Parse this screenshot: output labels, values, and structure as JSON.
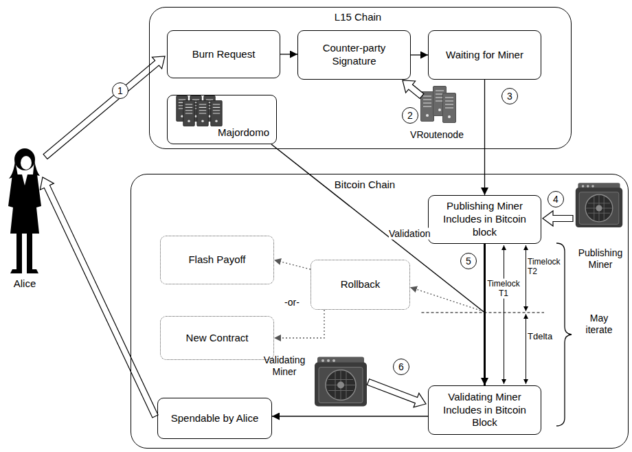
{
  "diagram": {
    "nodes": [
      {
        "text": [
          "L15 Chain"
        ]
      },
      {
        "text": [
          "Burn Request"
        ],
        "in": 0
      },
      {
        "text": [
          "Counter-party Signature"
        ],
        "in": 0
      },
      {
        "text": [
          "Waiting for Miner"
        ],
        "in": 0
      },
      {
        "text": [
          "Majordomo"
        ],
        "in": 0
      },
      {
        "text": [
          "Bitcoin Chain"
        ]
      },
      {
        "text": [
          "Publishing Miner Includes in Bitcoin block"
        ],
        "in": 5
      },
      {
        "text": [
          "Flash Payoff"
        ],
        "in": 5
      },
      {
        "text": [
          "Rollback"
        ],
        "in": 5
      },
      {
        "text": [
          "New Contract"
        ],
        "in": 5
      },
      {
        "text": [
          "Validating Miner Includes in Bitcoin Block"
        ],
        "in": 5
      },
      {
        "text": [
          "Spendable by Alice"
        ],
        "in": 5
      }
    ],
    "edges": [
      {
        "from": 1,
        "to": 2,
        "arrow": "to"
      },
      {
        "from": 2,
        "to": 3,
        "arrow": "to"
      },
      {
        "from": 3,
        "to": 6,
        "arrow": "to"
      },
      {
        "from": 6,
        "to": 10,
        "arrow": "to"
      },
      {
        "from": 10,
        "to": 11,
        "arrow": "to"
      },
      {
        "from": 8,
        "to": 7,
        "arrow": "to"
      },
      {
        "from": 8,
        "to": 9,
        "arrow": "to"
      }
    ],
    "labels": [
      "1",
      "2",
      "3",
      "4",
      "5",
      "6",
      "Alice",
      "VRoutenode",
      "Publishing Miner",
      "Validation",
      "-or-",
      "Timelock T1",
      "Timelock T2",
      "Tdelta",
      "May iterate",
      "Validating Miner"
    ]
  }
}
